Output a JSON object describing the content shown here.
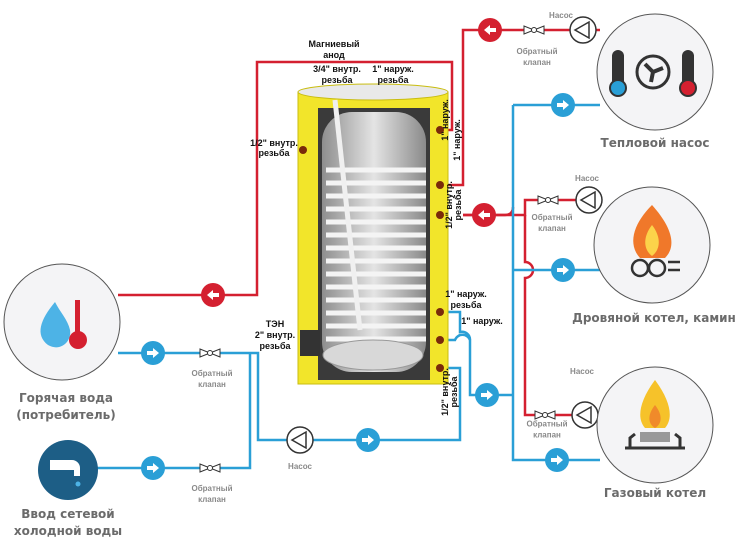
{
  "colors": {
    "hot": "#d42030",
    "cold": "#2a9fd6",
    "tank_insulation": "#f2e52a",
    "tank_body": "#c8c8c8",
    "dark_blue": "#1d5e86"
  },
  "tank": {
    "anode_label_1": "Магниевый",
    "anode_label_2": "анод",
    "top_left_1": "3/4\" внутр.",
    "top_left_2": "резьба",
    "top_right_1": "1\" наруж.",
    "top_right_2": "резьба",
    "left_port_1": "1/2\" внутр.",
    "left_port_2": "резьба",
    "right_vert_1": "1\" наруж.",
    "right_vert_2": "1\" наруж.",
    "right_mid_1": "1/2\" внутр.",
    "right_mid_2": "резьба",
    "coil_out_1": "1\" наруж.",
    "coil_out_2": "резьба",
    "coil_in": "1\" наруж.",
    "heater_1": "ТЭН",
    "heater_2": "2\" внутр.",
    "heater_3": "резьба",
    "bottom_port_1": "1/2\" внутр.",
    "bottom_port_2": "резьба"
  },
  "components": {
    "pump": "Насос",
    "check_valve_1": "Обратный",
    "check_valve_2": "клапан"
  },
  "sources": {
    "heat_pump": "Тепловой насос",
    "wood_boiler": "Дровяной котел, камин",
    "gas_boiler": "Газовый котел"
  },
  "consumers": {
    "hot_water_1": "Горячая вода",
    "hot_water_2": "(потребитель)",
    "cold_inlet_1": "Ввод  сетевой",
    "cold_inlet_2": "холодной воды"
  },
  "icons": [
    "hot-water-drop-thermometer-icon",
    "water-tap-icon",
    "heat-pump-icon",
    "fire-wood-icon",
    "gas-burner-icon",
    "pump-icon",
    "check-valve-icon",
    "flow-arrow-icon"
  ]
}
